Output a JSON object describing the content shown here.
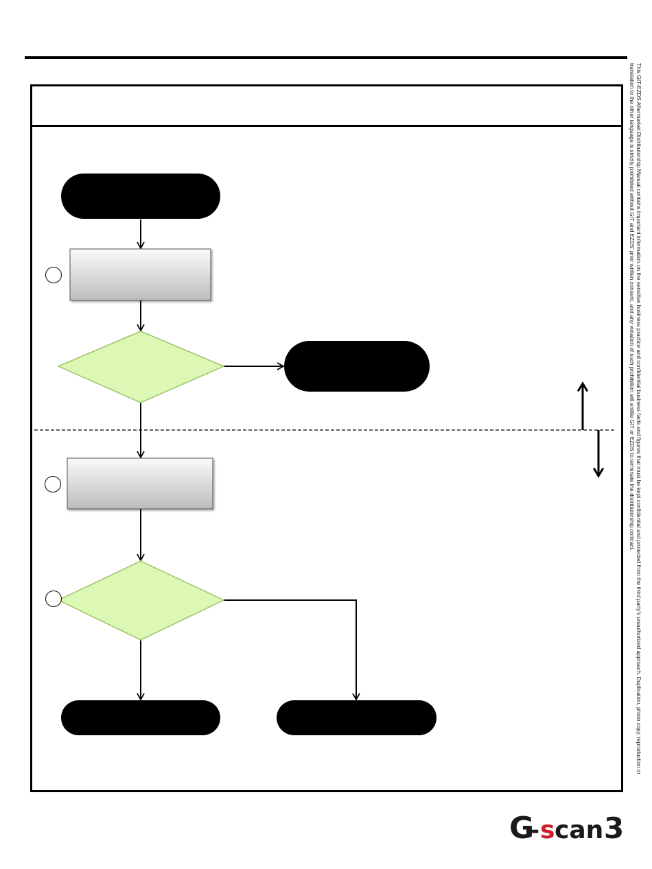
{
  "document": {
    "header_title": "",
    "disclaimer": "This GIT-EZDS Aftermarket Distributorship Manual contains important information on the sensitive business practice and confidential business facts and figures that must be kept confidential and protected from the third party's unauthorized approach.  Duplication, photo copy, reproduction or translation to the other language is strictly prohibited without GIT and EZDS' prior written consent, and any violation of such prohibition will entitle GIT or EZDS to terminate the distributorship contract."
  },
  "flowchart": {
    "start_terminal": "",
    "step_1": "",
    "decision_1": "",
    "decision_1_terminal": "",
    "step_2": "",
    "decision_2": "",
    "end_terminal_left": "",
    "end_terminal_right": ""
  },
  "logo": {
    "text_g": "G",
    "text_dash": "-",
    "text_s": "s",
    "text_can": "can",
    "text_3": "3",
    "accent_color": "#cc1f2d",
    "main_color": "#1a1a1a"
  },
  "colors": {
    "terminal_fill": "#000000",
    "process_fill_top": "#fafafa",
    "process_fill_bottom": "#bdbdbd",
    "decision_fill": "#ddf7b4",
    "decision_stroke": "#9cc26a"
  }
}
